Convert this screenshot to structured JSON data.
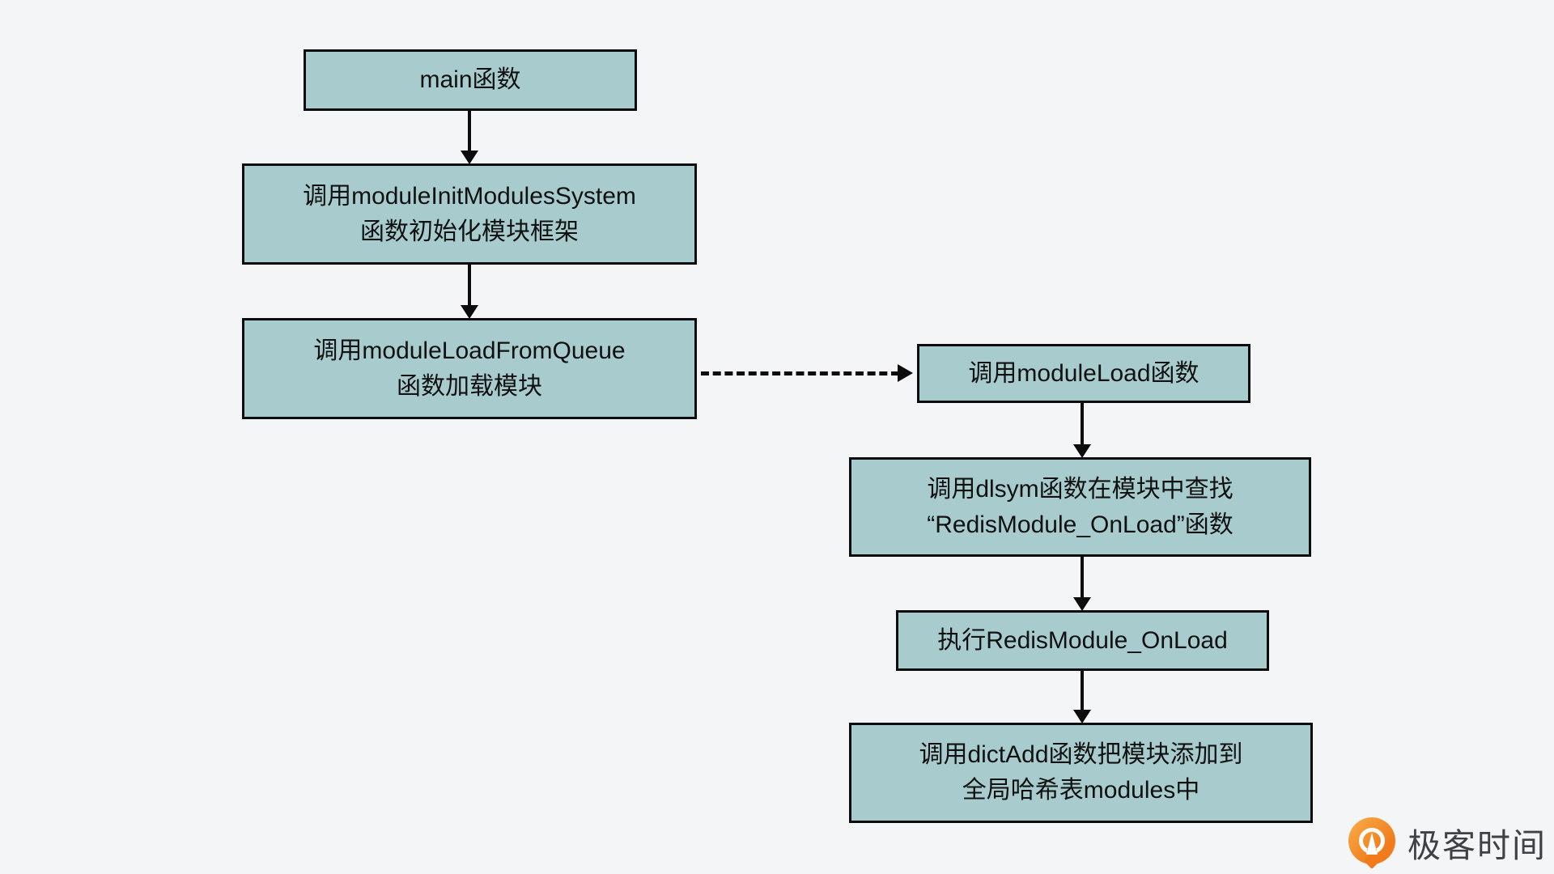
{
  "page": {
    "background_color": "#f4f5f6",
    "node_fill_color": "#a8cccd",
    "node_border_color": "#0c0c0c",
    "text_color": "#111111"
  },
  "flowchart": {
    "nodes": {
      "main": {
        "lines": [
          "main函数"
        ]
      },
      "init_modules": {
        "lines": [
          "调用moduleInitModulesSystem",
          "函数初始化模块框架"
        ]
      },
      "load_from_queue": {
        "lines": [
          "调用moduleLoadFromQueue",
          "函数加载模块"
        ]
      },
      "module_load": {
        "lines": [
          "调用moduleLoad函数"
        ]
      },
      "dlsym_lookup": {
        "lines": [
          "调用dlsym函数在模块中查找",
          "“RedisModule_OnLoad”函数"
        ]
      },
      "exec_onload": {
        "lines": [
          "执行RedisModule_OnLoad"
        ]
      },
      "dict_add": {
        "lines": [
          "调用dictAdd函数把模块添加到",
          "全局哈希表modules中"
        ]
      }
    },
    "edges": [
      {
        "from": "main",
        "to": "init_modules",
        "style": "solid",
        "direction": "down"
      },
      {
        "from": "init_modules",
        "to": "load_from_queue",
        "style": "solid",
        "direction": "down"
      },
      {
        "from": "load_from_queue",
        "to": "module_load",
        "style": "dashed",
        "direction": "right"
      },
      {
        "from": "module_load",
        "to": "dlsym_lookup",
        "style": "solid",
        "direction": "down"
      },
      {
        "from": "dlsym_lookup",
        "to": "exec_onload",
        "style": "solid",
        "direction": "down"
      },
      {
        "from": "exec_onload",
        "to": "dict_add",
        "style": "solid",
        "direction": "down"
      }
    ]
  },
  "branding": {
    "logo_text": "极客时间",
    "logo_color": "#f07c1c",
    "logo_text_color": "#3e4145"
  }
}
